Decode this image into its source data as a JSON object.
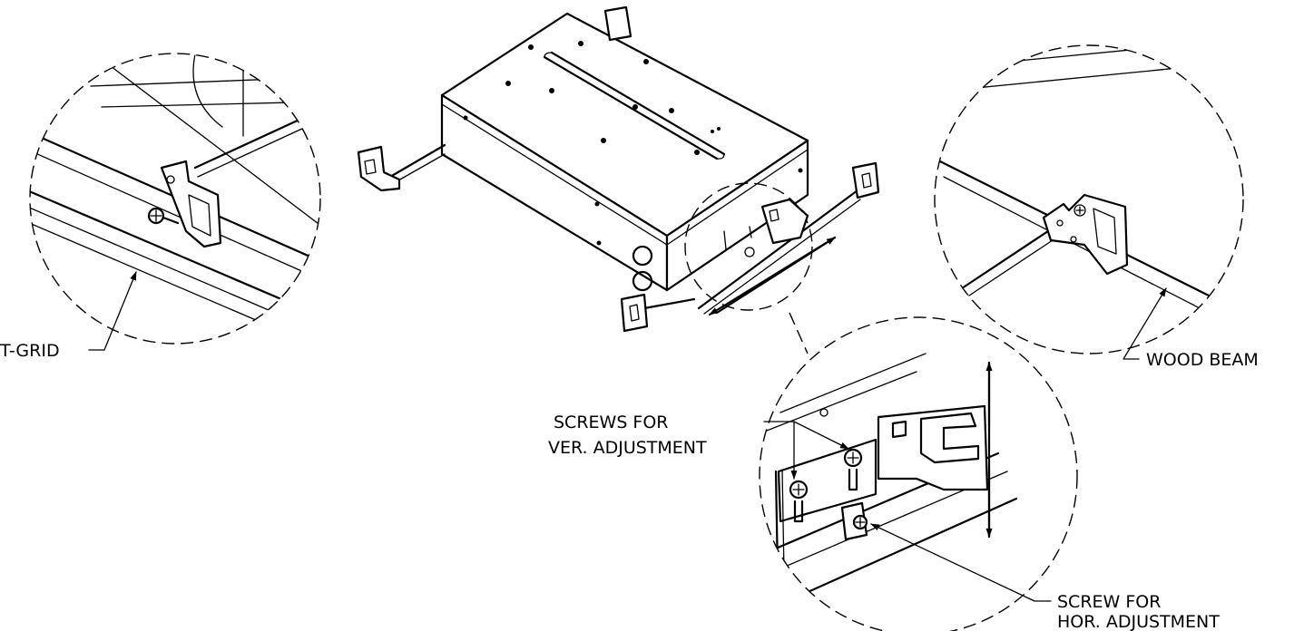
{
  "labels": {
    "t_grid": "T-GRID",
    "wood_beam": "WOOD BEAM",
    "screws_ver_line1": "SCREWS FOR",
    "screws_ver_line2": "VER. ADJUSTMENT",
    "screw_hor_line1": "SCREW FOR",
    "screw_hor_line2": "HOR. ADJUSTMENT"
  },
  "colors": {
    "line": "#000000",
    "background": "#ffffff"
  }
}
